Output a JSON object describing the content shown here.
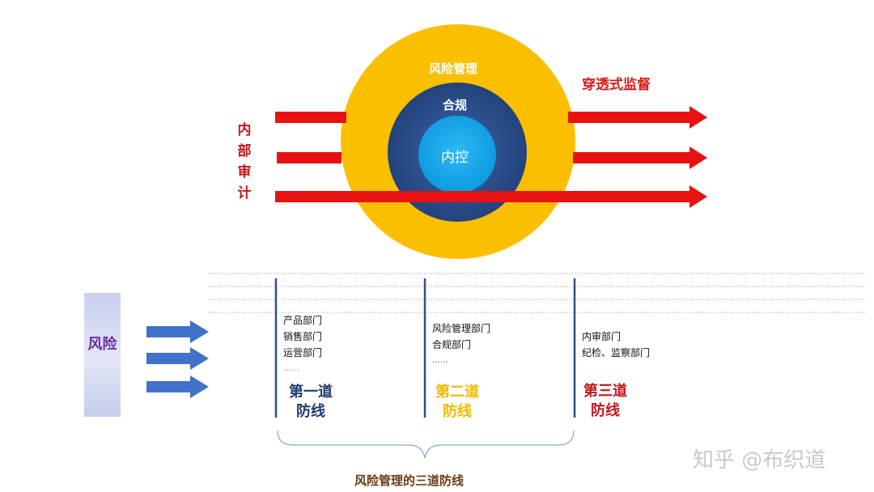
{
  "diagram": {
    "circles": {
      "outer_label": "风险管理",
      "middle_label": "合规",
      "inner_label": "内控"
    },
    "supervision_label": "穿透式监督",
    "audit_label": "内部审计",
    "risk_label": "风险",
    "defense_lines": [
      {
        "title_line1": "第一道",
        "title_line2": "防线",
        "depts": [
          "产品部门",
          "销售部门",
          "运营部门",
          "……"
        ]
      },
      {
        "title_line1": "第二道",
        "title_line2": "防线",
        "depts": [
          "风险管理部门",
          "合规部门",
          "……"
        ]
      },
      {
        "title_line1": "第三道",
        "title_line2": "防线",
        "depts": [
          "内审部门",
          "纪检、监察部门"
        ]
      }
    ],
    "footer_title": "风险管理的三道防线"
  },
  "watermark": "知乎 @布织道",
  "colors": {
    "outer_circle": "#fbbf00",
    "middle_circle": "#2a4f8c",
    "inner_circle": "#15a6ec",
    "red_arrow": "#e81212",
    "blue_arrow": "#3f72c8",
    "first_line": "#1f3a6e",
    "second_line": "#f5b800",
    "third_line": "#c0161c"
  }
}
